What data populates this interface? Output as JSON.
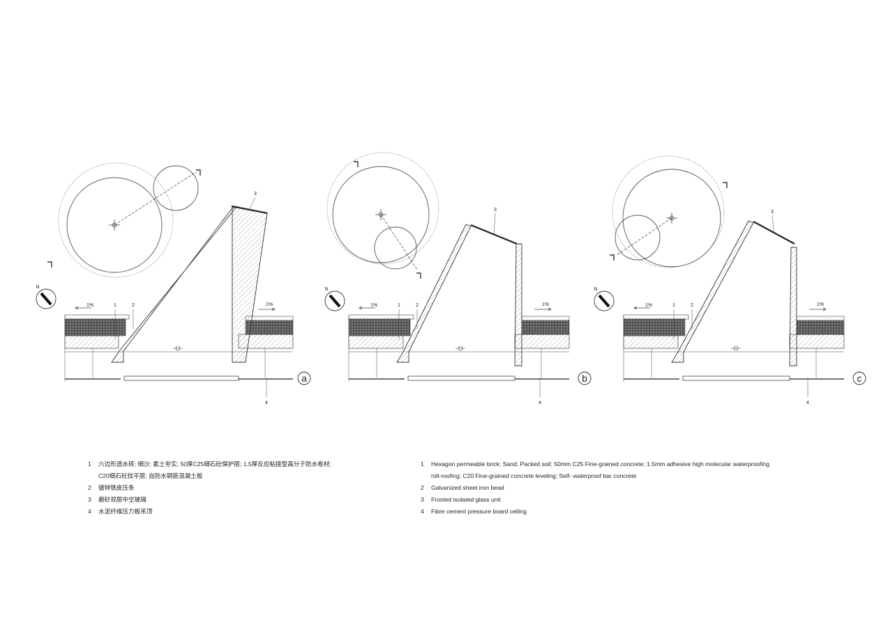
{
  "section_labels": [
    "a",
    "b",
    "c"
  ],
  "slope_label": "1%",
  "callout_numbers": [
    "1",
    "2",
    "3",
    "4"
  ],
  "north_label": "N",
  "legend_zh": [
    {
      "num": "1",
      "lines": [
        "六边形透水砖; 细沙; 素土夯实; 50厚C25细石砼保护层; 1.5厚反应粘接型高分子防水卷材;",
        "C20细石砼找平层; 自防水钢筋混凝土板"
      ]
    },
    {
      "num": "2",
      "lines": [
        "镀锌铁皮压条"
      ]
    },
    {
      "num": "3",
      "lines": [
        "磨砂双层中空玻璃"
      ]
    },
    {
      "num": "4",
      "lines": [
        "水泥纤维压力板吊顶"
      ]
    }
  ],
  "legend_en": [
    {
      "num": "1",
      "lines": [
        "Hexagon permeable brick; Sand; Packed soil; 50mm C25 Fine-grained concrete; 1.5mm adhesive high molecular waterproofing",
        "roll-roofing; C20 Fine-grained concrete leveling; Self- waterproof bar concrete"
      ]
    },
    {
      "num": "2",
      "lines": [
        "Galvanized sheet iron bead"
      ]
    },
    {
      "num": "3",
      "lines": [
        "Frosted isolated glass unit"
      ]
    },
    {
      "num": "4",
      "lines": [
        "Fibre cement pressure board ceiling"
      ]
    }
  ],
  "colors": {
    "line": "#444444",
    "hatch": "#6b6b6b",
    "soil": "#3a3a3a"
  }
}
